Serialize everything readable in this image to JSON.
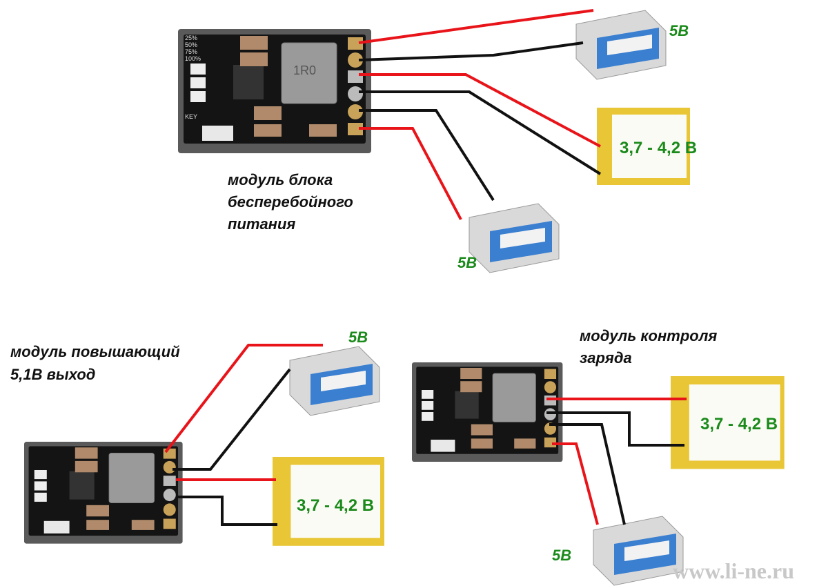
{
  "modules": [
    {
      "label_lines": [
        "модуль блока",
        "бесперебойного",
        "питания"
      ]
    },
    {
      "label_lines": [
        "модуль повышающий",
        "5,1В выход"
      ]
    },
    {
      "label_lines": [
        "модуль контроля",
        "заряда"
      ]
    }
  ],
  "board": {
    "inductor_marking": "1R0",
    "key_label": "KEY",
    "levels": [
      "25%",
      "50%",
      "75%",
      "100%"
    ]
  },
  "usb_voltage_label": "5В",
  "battery_voltage_label": "3,7 - 4,2 В",
  "watermark": "www.li-ne.ru",
  "colors": {
    "positive_wire": "#e8141a",
    "negative_wire": "#111111",
    "voltage_text": "#1a8a1a"
  }
}
